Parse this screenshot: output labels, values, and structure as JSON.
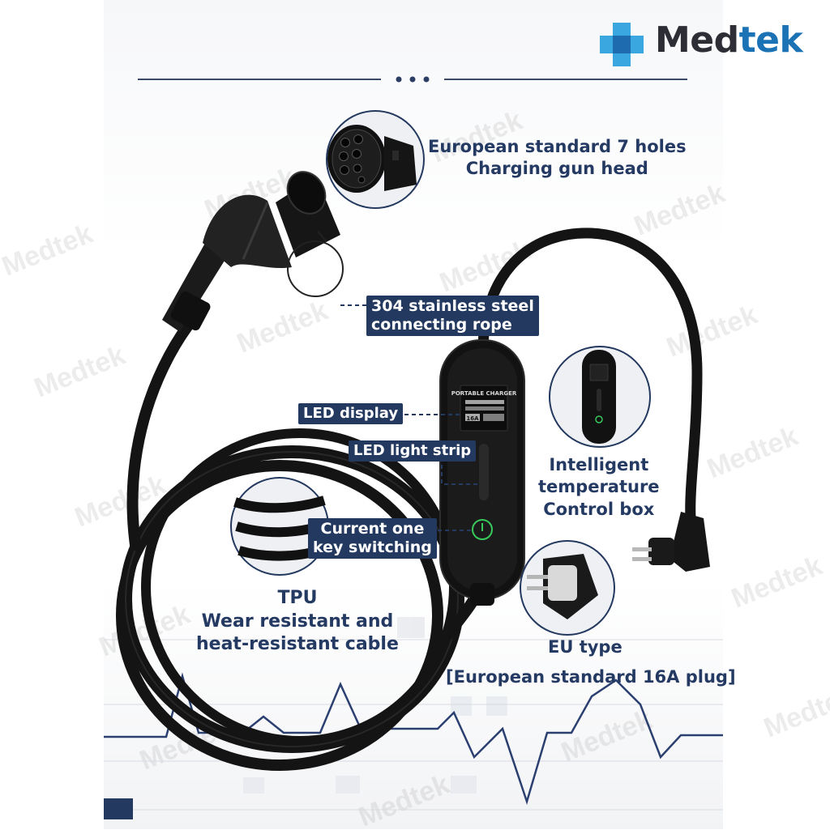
{
  "brand": {
    "name_part1": "Med",
    "name_part2": "tek",
    "watermark": "Medtek"
  },
  "colors": {
    "label_text": "#243a63",
    "tag_bg": "#24395f",
    "brand_blue": "#1b73b6",
    "cable": "#141414"
  },
  "labels": {
    "gun_head_line1": "European standard 7 holes",
    "gun_head_line2": "Charging gun head",
    "rope_line1": "304 stainless steel",
    "rope_line2": "connecting rope",
    "led_display": "LED display",
    "led_strip": "LED light strip",
    "switch_line1": "Current one",
    "switch_line2": "key switching",
    "control_line1": "Intelligent",
    "control_line2": "temperature",
    "control_line3": "Control box",
    "cable_line1": "TPU",
    "cable_line2": "Wear resistant and",
    "cable_line3": "heat-resistant cable",
    "plug_line1": "EU type",
    "plug_line2": "[European standard 16A plug]"
  },
  "device": {
    "screen_title": "PORTABLE CHARGER",
    "screen_value": "16A"
  }
}
